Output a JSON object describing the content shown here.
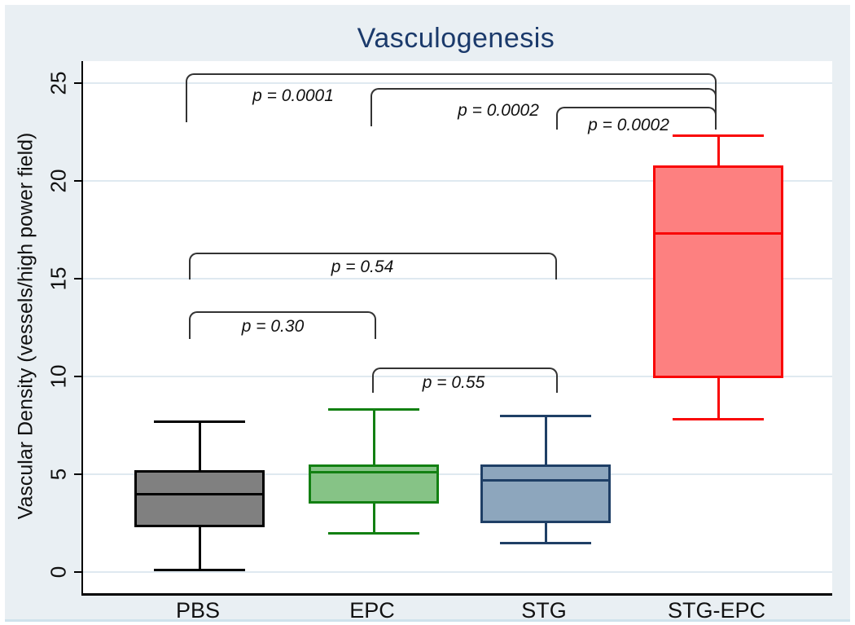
{
  "figure": {
    "title_color": "#1b3a6b",
    "background": "#e9eff3",
    "plot_background": "#ffffff",
    "gridline_color": "#dfe9f0",
    "axis_color": "#000000",
    "bracket_color": "#333333"
  },
  "chart_data": {
    "type": "box",
    "title": "Vasculogenesis",
    "xlabel": "",
    "ylabel": "Vascular Density (vessels/high power field)",
    "ylim": [
      0,
      25
    ],
    "yticks": [
      0,
      5,
      10,
      15,
      20,
      25
    ],
    "grid": true,
    "legend": "none",
    "categories": [
      "PBS",
      "EPC",
      "STG",
      "STG-EPC"
    ],
    "series": [
      {
        "name": "PBS",
        "min": 0.1,
        "q1": 2.3,
        "median": 4.0,
        "q3": 5.2,
        "max": 7.7,
        "fill": "#808080",
        "stroke": "#000000"
      },
      {
        "name": "EPC",
        "min": 2.0,
        "q1": 3.5,
        "median": 5.1,
        "q3": 5.5,
        "max": 8.3,
        "fill": "#86c386",
        "stroke": "#128012"
      },
      {
        "name": "STG",
        "min": 1.5,
        "q1": 2.5,
        "median": 4.7,
        "q3": 5.5,
        "max": 8.0,
        "fill": "#8da6bd",
        "stroke": "#1f3f66"
      },
      {
        "name": "STG-EPC",
        "min": 7.8,
        "q1": 9.9,
        "median": 17.3,
        "q3": 20.8,
        "max": 22.3,
        "fill": "#fd8080",
        "stroke": "#f90606"
      }
    ],
    "comparisons": [
      {
        "groups": [
          "PBS",
          "STG-EPC"
        ],
        "label": "p = 0.0001"
      },
      {
        "groups": [
          "EPC",
          "STG-EPC"
        ],
        "label": "p = 0.0002"
      },
      {
        "groups": [
          "STG",
          "STG-EPC"
        ],
        "label": "p = 0.0002"
      },
      {
        "groups": [
          "PBS",
          "STG"
        ],
        "label": "p = 0.54"
      },
      {
        "groups": [
          "PBS",
          "EPC"
        ],
        "label": "p = 0.30"
      },
      {
        "groups": [
          "EPC",
          "STG"
        ],
        "label": "p = 0.55"
      }
    ]
  }
}
